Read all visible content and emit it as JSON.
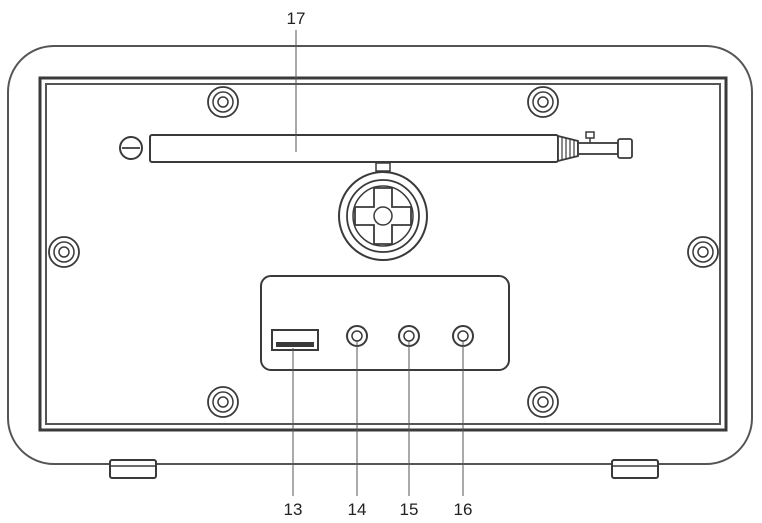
{
  "callouts": {
    "usb_port": "13",
    "jack_1": "14",
    "jack_2": "15",
    "jack_3": "16",
    "antenna": "17"
  },
  "colors": {
    "line": "#3a3a3a",
    "light_line": "#8a8a8a",
    "background": "#ffffff"
  }
}
